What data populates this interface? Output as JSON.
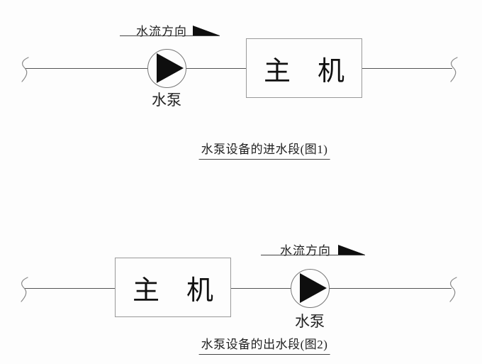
{
  "colors": {
    "background": "#fdfdfd",
    "pipe_line": "#555555",
    "symbol_fill": "#0e0e0e",
    "box_border": "#999999",
    "text": "#1a1a1a"
  },
  "figure1": {
    "flow_direction_label": "水流方向",
    "pump_label": "水泵",
    "main_unit_label": "主　机",
    "caption": "水泵设备的进水段(图1)"
  },
  "figure2": {
    "flow_direction_label": "水流方向",
    "pump_label": "水泵",
    "main_unit_label": "主　机",
    "caption": "水泵设备的出水段(图2)"
  }
}
